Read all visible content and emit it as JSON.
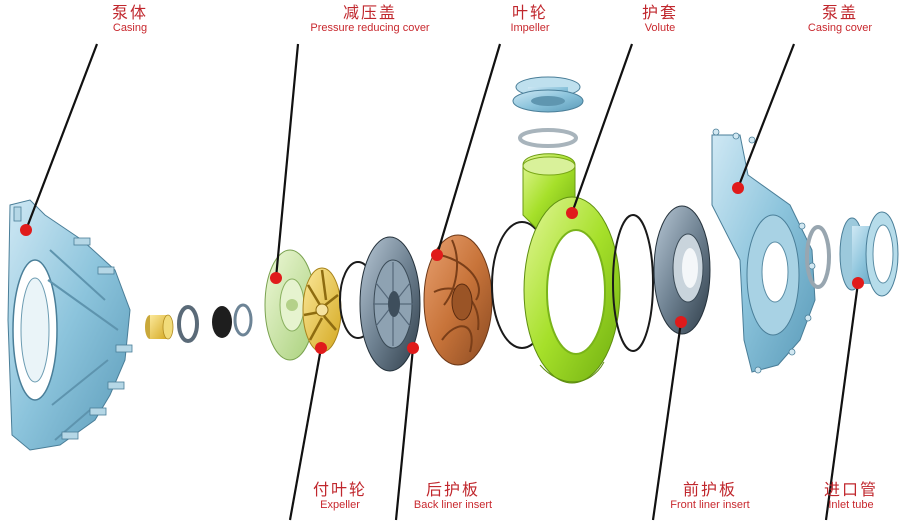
{
  "labels": {
    "casing": {
      "zh": "泵体",
      "en": "Casing"
    },
    "pressure_cover": {
      "zh": "减压盖",
      "en": "Pressure reducing cover"
    },
    "impeller": {
      "zh": "叶轮",
      "en": "Impeller"
    },
    "volute": {
      "zh": "护套",
      "en": "Volute"
    },
    "casing_cover": {
      "zh": "泵盖",
      "en": "Casing cover"
    },
    "expeller": {
      "zh": "付叶轮",
      "en": "Expeller"
    },
    "back_liner": {
      "zh": "后护板",
      "en": "Back liner insert"
    },
    "front_liner": {
      "zh": "前护板",
      "en": "Front liner insert"
    },
    "inlet_tube": {
      "zh": "进口管",
      "en": "Inlet tube"
    }
  },
  "colors": {
    "label_red": "#c0272d",
    "leader": "#111111",
    "marker": "#e01b1b",
    "casing_blue": "#8cc4dc",
    "cover_green": "#cfe8a4",
    "expeller_yellow": "#e8c43a",
    "impeller_copper": "#c8743a",
    "volute_green": "#a6e02a",
    "liner_gray": "#4e5f70"
  }
}
